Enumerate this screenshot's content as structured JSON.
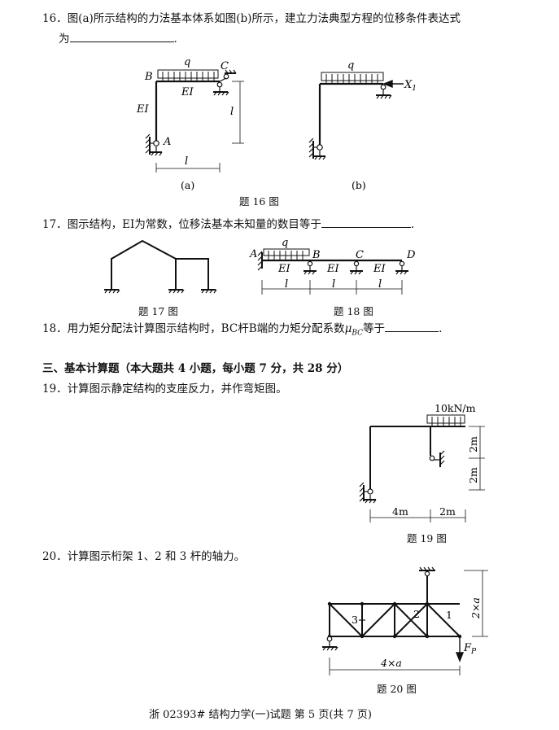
{
  "q16": {
    "num": "16．",
    "text": "图(a)所示结构的力法基本体系如图(b)所示，建立力法典型方程的位移条件表达式",
    "line2": "为",
    "end": ".",
    "labels": {
      "B": "B",
      "C": "C",
      "A": "A",
      "q": "q",
      "EI1": "EI",
      "EI2": "EI",
      "l1": "l",
      "l2": "l",
      "X": "X",
      "X_sub": "1",
      "qb": "q"
    },
    "cap_a": "(a)",
    "cap_b": "(b)",
    "caption": "题 16 图"
  },
  "q17": {
    "num": "17．",
    "text": "图示结构，EI为常数，位移法基本未知量的数目等于",
    "end": ".",
    "caption": "题 17 图"
  },
  "q18fig": {
    "labels": {
      "A": "A",
      "B": "B",
      "C": "C",
      "D": "D",
      "q": "q",
      "EI1": "EI",
      "EI2": "EI",
      "EI3": "EI",
      "l1": "l",
      "l2": "l",
      "l3": "l"
    },
    "caption": "题 18 图"
  },
  "q18": {
    "num": "18．",
    "text": "用力矩分配法计算图示结构时，BC杆B端的力矩分配系数",
    "mu": "μ",
    "mu_sub": "BC",
    "text2": "等于",
    "end": "."
  },
  "section3": {
    "title": "三、基本计算题",
    "note": "（本大题共 4 小题，每小题 7 分，共 28 分）"
  },
  "q19": {
    "num": "19．",
    "text": "计算图示静定结构的支座反力，并作弯矩图。",
    "load": "10kN/m",
    "dims": {
      "h1": "2m",
      "h2": "2m",
      "w1": "4m",
      "w2": "2m"
    },
    "caption": "题 19 图"
  },
  "q20": {
    "num": "20．",
    "text": "计算图示桁架 1、2 和 3 杆的轴力。",
    "members": {
      "m1": "1",
      "m2": "2",
      "m3": "3"
    },
    "height": "2×a",
    "width": "4×a",
    "force": "F",
    "force_sub": "P",
    "caption": "题 20 图"
  },
  "footer": "浙 02393# 结构力学(一)试题 第 5 页(共 7 页)"
}
